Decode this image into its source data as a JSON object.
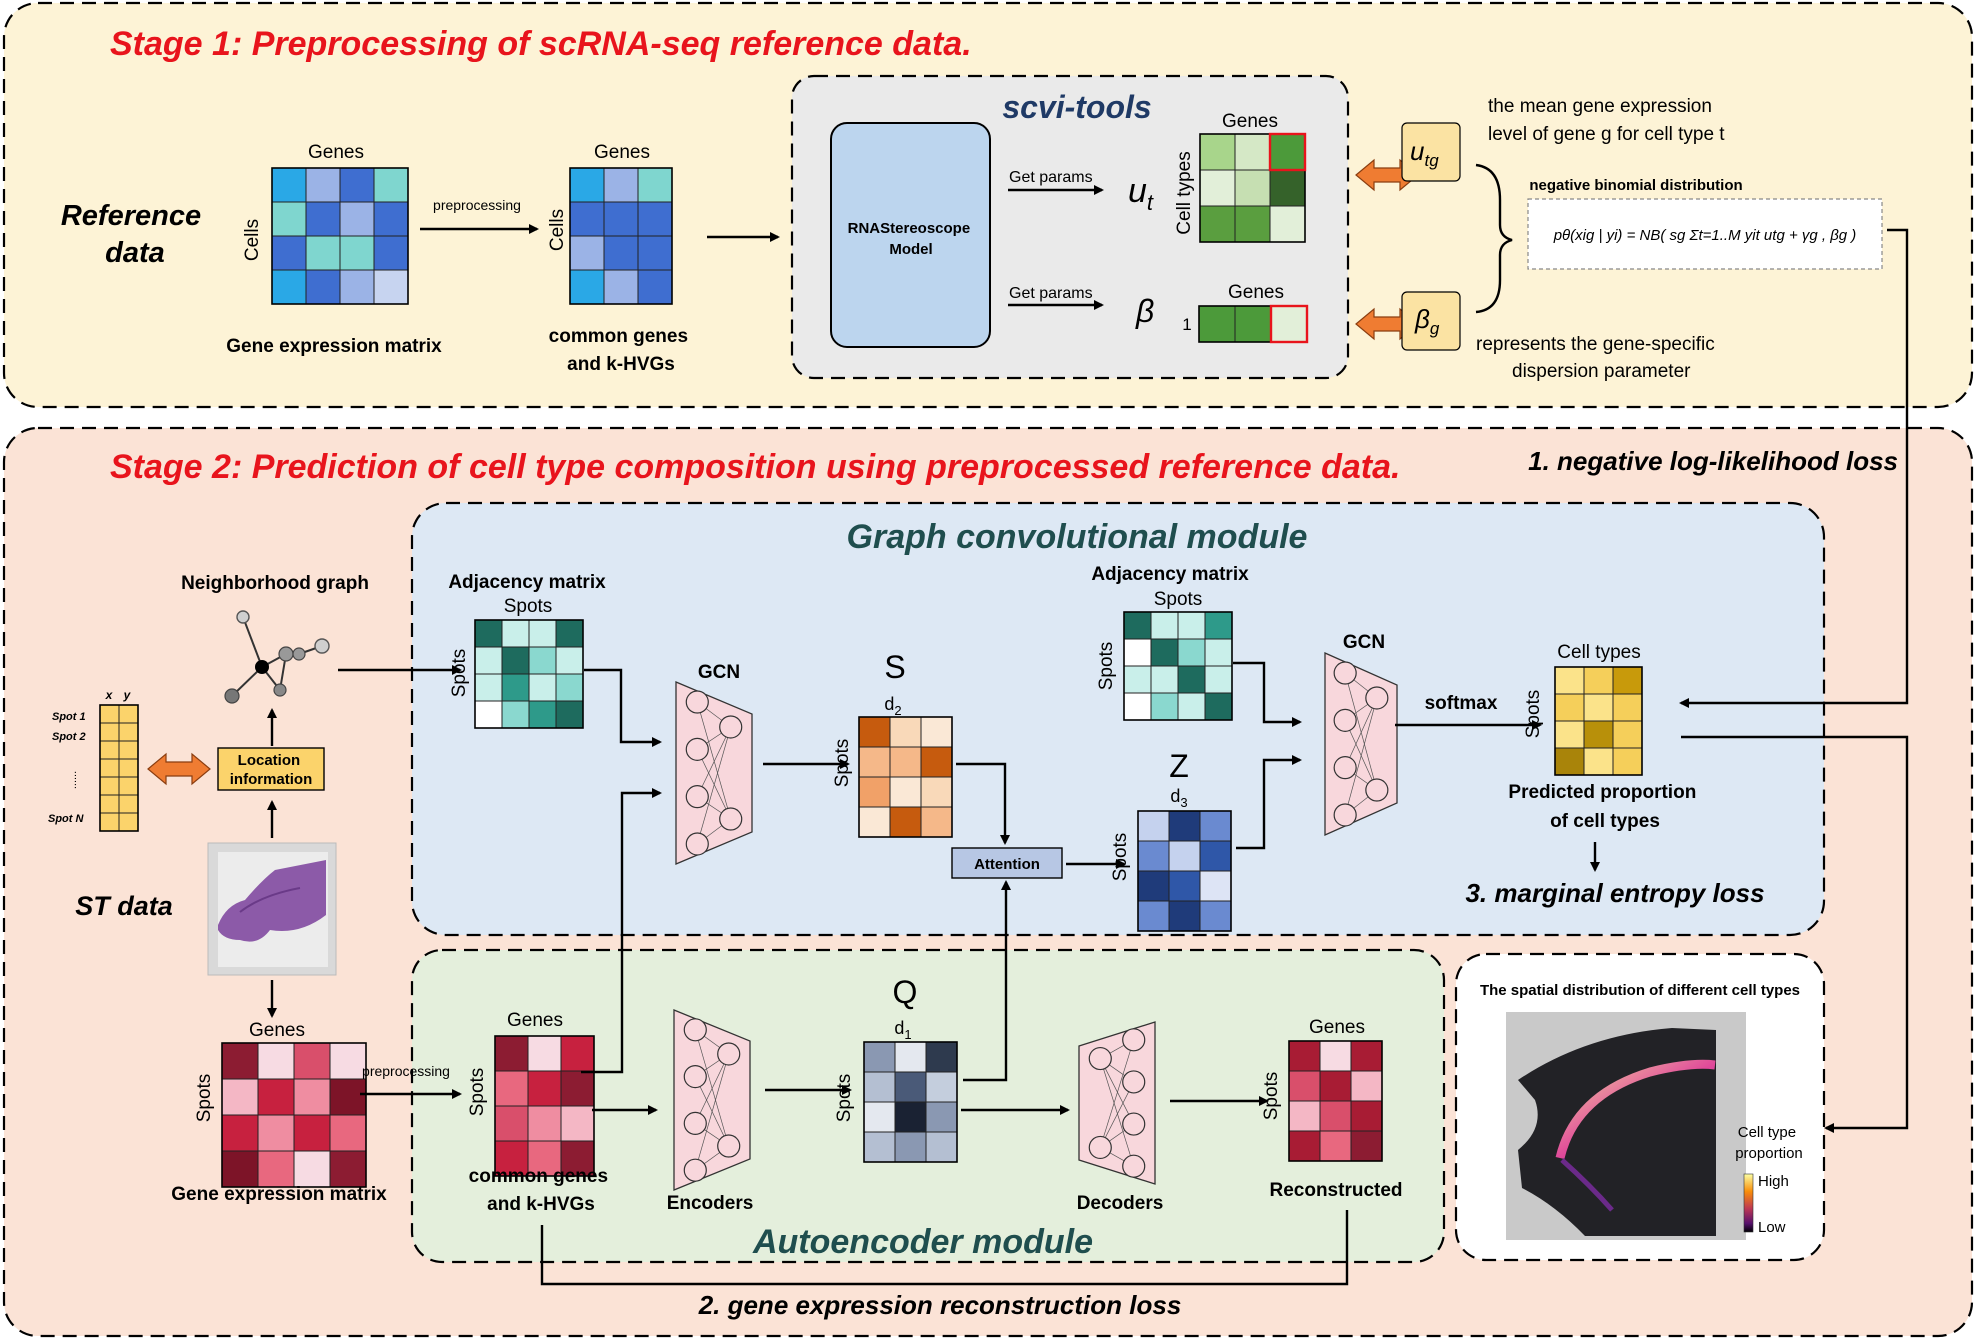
{
  "stage1": {
    "title": "Stage 1: Preprocessing of scRNA-seq reference data.",
    "reference_label_1": "Reference",
    "reference_label_2": "data",
    "genes": "Genes",
    "cells": "Cells",
    "cell_types": "Cell types",
    "preprocessing": "preprocessing",
    "gene_expression_matrix": "Gene expression matrix",
    "common_genes_1": "common genes",
    "common_genes_2": "and k-HVGs",
    "scvi_tools": "scvi-tools",
    "model_1": "RNAStereoscope",
    "model_2": "Model",
    "get_params": "Get params",
    "u_t": "u",
    "u_t_sub": "t",
    "beta": "β",
    "one": "1",
    "u_tg": "u",
    "u_tg_sub": "tg",
    "beta_g": "β",
    "beta_g_sub": "g",
    "mean_desc_1": "the mean gene expression",
    "mean_desc_2": "level of gene g  for cell type t",
    "nb_title": "negative binomial distribution",
    "nb_formula": "pθ(xig | yi) = NB( sg Σt=1..M yit utg + γg , βg )",
    "disp_desc_1": "represents the gene-specific",
    "disp_desc_2": "dispersion parameter"
  },
  "stage2": {
    "title": "Stage 2: Prediction of cell type composition using preprocessed reference data.",
    "loss1": "1. negative log-likelihood loss",
    "loss2": "2. gene expression reconstruction loss",
    "loss3": "3.  marginal entropy loss",
    "gcm_title": "Graph convolutional module",
    "ae_title": "Autoencoder module",
    "neighborhood_graph": "Neighborhood graph",
    "location_1": "Location",
    "location_2": "information",
    "st_data": "ST data",
    "spot1": "Spot 1",
    "spot2": "Spot 2",
    "spotN": "Spot N",
    "dots": "......",
    "x": "x",
    "y": "y",
    "adjacency_matrix": "Adjacency matrix",
    "spots": "Spots",
    "genes": "Genes",
    "gcn": "GCN",
    "S": "S",
    "Z": "Z",
    "Q": "Q",
    "d1": "d",
    "d1_sub": "1",
    "d2": "d",
    "d2_sub": "2",
    "d3": "d",
    "d3_sub": "3",
    "attention": "Attention",
    "softmax": "softmax",
    "cell_types": "Cell types",
    "predicted_1": "Predicted proportion",
    "predicted_2": "of cell types",
    "preprocessing": "preprocessing",
    "gene_expression_matrix": "Gene expression matrix",
    "common_genes_1": "common genes",
    "common_genes_2": "and k-HVGs",
    "encoders": "Encoders",
    "decoders": "Decoders",
    "reconstructed": "Reconstructed",
    "spatial_title": "The spatial distribution of different cell types",
    "cell_type_1": "Cell type",
    "cell_type_2": "proportion",
    "high": "High",
    "low": "Low"
  },
  "colors": {
    "stage1_bg": "#fdf3d6",
    "stage2_bg": "#fbe3d6",
    "gcm_bg": "#dde8f4",
    "ae_bg": "#e4efdc",
    "scvi_bg": "#eaeaea",
    "model_bg": "#bcd5ee",
    "title_red": "#e8141c",
    "arrow_orange": "#ef7c32",
    "box_yellow": "#fbe3a3"
  }
}
